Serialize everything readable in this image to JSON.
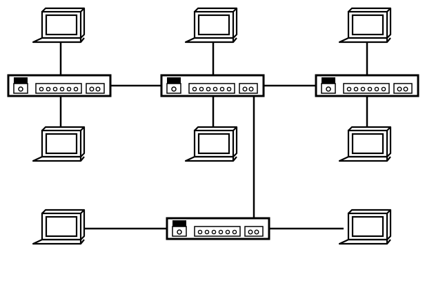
{
  "diagram": {
    "type": "network-topology",
    "line_color": "#000000",
    "fill_color": "#ffffff",
    "device_kinds": [
      "switch",
      "computer"
    ],
    "switches": [
      {
        "id": "switch-top-left",
        "icon": "network-switch-icon",
        "port_lights": 6,
        "uplink_ports": 2
      },
      {
        "id": "switch-top-center",
        "icon": "network-switch-icon",
        "port_lights": 6,
        "uplink_ports": 2
      },
      {
        "id": "switch-top-right",
        "icon": "network-switch-icon",
        "port_lights": 6,
        "uplink_ports": 2
      },
      {
        "id": "switch-bottom",
        "icon": "network-switch-icon",
        "port_lights": 6,
        "uplink_ports": 2
      }
    ],
    "computers": [
      {
        "id": "computer-top-left-upper",
        "icon": "computer-icon",
        "attached_to": "switch-top-left"
      },
      {
        "id": "computer-top-left-lower",
        "icon": "computer-icon",
        "attached_to": "switch-top-left"
      },
      {
        "id": "computer-top-center-upper",
        "icon": "computer-icon",
        "attached_to": "switch-top-center"
      },
      {
        "id": "computer-top-center-lower",
        "icon": "computer-icon",
        "attached_to": "switch-top-center"
      },
      {
        "id": "computer-top-right-upper",
        "icon": "computer-icon",
        "attached_to": "switch-top-right"
      },
      {
        "id": "computer-top-right-lower",
        "icon": "computer-icon",
        "attached_to": "switch-top-right"
      },
      {
        "id": "computer-bottom-left",
        "icon": "computer-icon",
        "attached_to": "switch-bottom"
      },
      {
        "id": "computer-bottom-right",
        "icon": "computer-icon",
        "attached_to": "switch-bottom"
      }
    ],
    "links": [
      {
        "from": "switch-top-left",
        "to": "switch-top-center"
      },
      {
        "from": "switch-top-center",
        "to": "switch-top-right"
      },
      {
        "from": "switch-top-center",
        "to": "switch-bottom"
      },
      {
        "from": "computer-top-left-upper",
        "to": "switch-top-left"
      },
      {
        "from": "computer-top-left-lower",
        "to": "switch-top-left"
      },
      {
        "from": "computer-top-center-upper",
        "to": "switch-top-center"
      },
      {
        "from": "computer-top-center-lower",
        "to": "switch-top-center"
      },
      {
        "from": "computer-top-right-upper",
        "to": "switch-top-right"
      },
      {
        "from": "computer-top-right-lower",
        "to": "switch-top-right"
      },
      {
        "from": "computer-bottom-left",
        "to": "switch-bottom"
      },
      {
        "from": "computer-bottom-right",
        "to": "switch-bottom"
      }
    ]
  }
}
